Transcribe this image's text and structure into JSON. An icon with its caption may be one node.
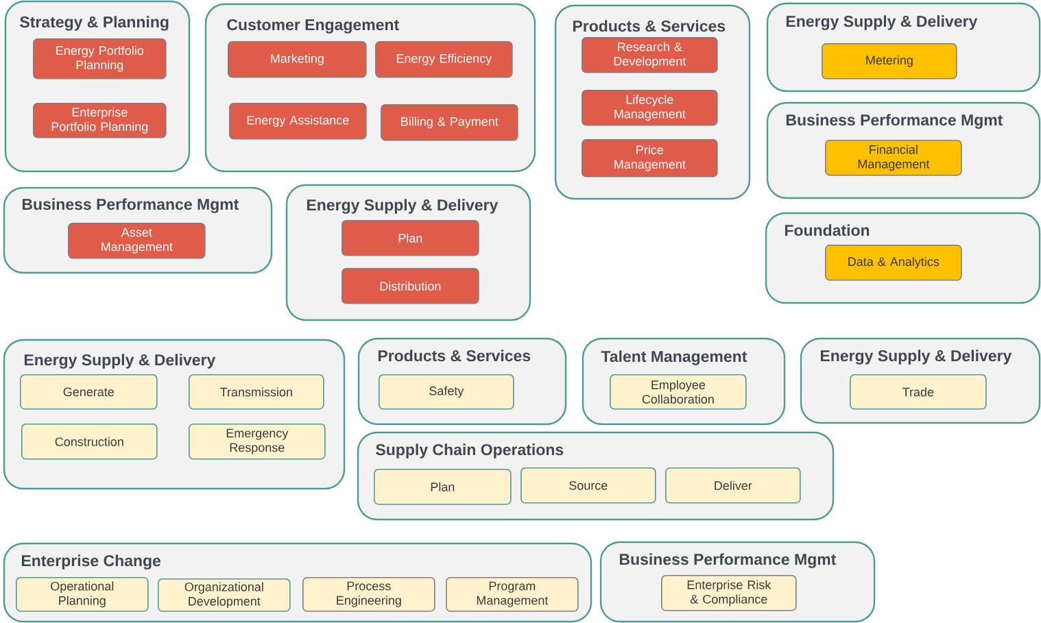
{
  "diagram": {
    "nodes": [
      {
        "text": [
          "Strategy & Planning"
        ]
      },
      {
        "text": [
          "Energy Portfolio Planning"
        ],
        "in": 0
      },
      {
        "text": [
          "Enterprise Portfolio Planning"
        ],
        "in": 0
      },
      {
        "text": [
          "Customer Engagement"
        ]
      },
      {
        "text": [
          "Marketing"
        ],
        "in": 3
      },
      {
        "text": [
          "Energy Efficiency"
        ],
        "in": 3
      },
      {
        "text": [
          "Energy Assistance"
        ],
        "in": 3
      },
      {
        "text": [
          "Billing & Payment"
        ],
        "in": 3
      },
      {
        "text": [
          "Products & Services"
        ]
      },
      {
        "text": [
          "Research & Development"
        ],
        "in": 8
      },
      {
        "text": [
          "Lifecycle Management"
        ],
        "in": 8
      },
      {
        "text": [
          "Price Management"
        ],
        "in": 8
      },
      {
        "text": [
          "Energy Supply & Delivery"
        ]
      },
      {
        "text": [
          "Metering"
        ],
        "in": 12
      },
      {
        "text": [
          "Business Performance Mgmt"
        ]
      },
      {
        "text": [
          "Financial Management"
        ],
        "in": 14
      },
      {
        "text": [
          "Foundation"
        ]
      },
      {
        "text": [
          "Data & Analytics"
        ],
        "in": 16
      },
      {
        "text": [
          "Business Performance Mgmt"
        ]
      },
      {
        "text": [
          "Asset Management"
        ],
        "in": 18
      },
      {
        "text": [
          "Energy Supply & Delivery"
        ]
      },
      {
        "text": [
          "Plan"
        ],
        "in": 20
      },
      {
        "text": [
          "Distribution"
        ],
        "in": 20
      },
      {
        "text": [
          "Energy Supply & Delivery"
        ]
      },
      {
        "text": [
          "Generate"
        ],
        "in": 23
      },
      {
        "text": [
          "Transmission"
        ],
        "in": 23
      },
      {
        "text": [
          "Construction"
        ],
        "in": 23
      },
      {
        "text": [
          "Emergency Response"
        ],
        "in": 23
      },
      {
        "text": [
          "Products & Services"
        ]
      },
      {
        "text": [
          "Safety"
        ],
        "in": 28
      },
      {
        "text": [
          "Talent Management"
        ]
      },
      {
        "text": [
          "Employee Collaboration"
        ],
        "in": 30
      },
      {
        "text": [
          "Energy Supply & Delivery"
        ]
      },
      {
        "text": [
          "Trade"
        ],
        "in": 32
      },
      {
        "text": [
          "Supply Chain Operations"
        ]
      },
      {
        "text": [
          "Plan"
        ],
        "in": 34
      },
      {
        "text": [
          "Source"
        ],
        "in": 34
      },
      {
        "text": [
          "Deliver"
        ],
        "in": 34
      },
      {
        "text": [
          "Enterprise Change"
        ]
      },
      {
        "text": [
          "Operational Planning"
        ],
        "in": 38
      },
      {
        "text": [
          "Organizational Development"
        ],
        "in": 38
      },
      {
        "text": [
          "Process Engineering"
        ],
        "in": 38
      },
      {
        "text": [
          "Program Management"
        ],
        "in": 38
      },
      {
        "text": [
          "Business Performance Mgmt"
        ]
      },
      {
        "text": [
          "Enterprise Risk & Compliance"
        ],
        "in": 43
      }
    ]
  }
}
